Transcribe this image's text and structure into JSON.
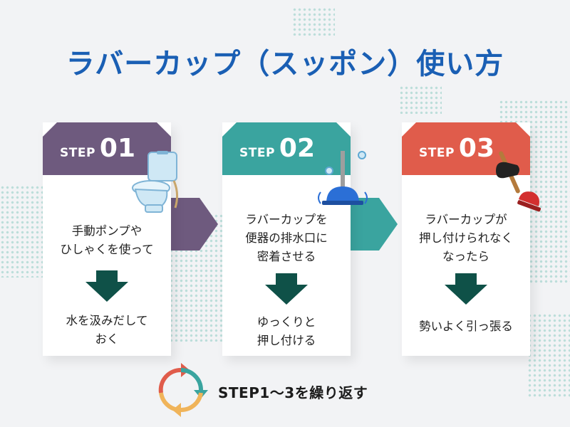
{
  "title": "ラバーカップ（スッポン）使い方",
  "colors": {
    "title": "#1a5fb4",
    "step1": "#6e5a7e",
    "step2": "#3aa49f",
    "step3": "#e05c4b",
    "arrow": "#0f5148"
  },
  "steps": [
    {
      "word": "STEP",
      "number": "01",
      "icon": "toilet-icon",
      "before_lines": [
        "手動ポンプや",
        "ひしゃくを使って"
      ],
      "after_lines": [
        "水を汲みだして",
        "おく"
      ]
    },
    {
      "word": "STEP",
      "number": "02",
      "icon": "plunger-icon",
      "before_lines": [
        "ラバーカップを",
        "便器の排水口に",
        "密着させる"
      ],
      "after_lines": [
        "ゆっくりと",
        "押し付ける"
      ]
    },
    {
      "word": "STEP",
      "number": "03",
      "icon": "hand-plunger-icon",
      "before_lines": [
        "ラバーカップが",
        "押し付けられなく",
        "なったら"
      ],
      "after_lines": [
        "勢いよく引っ張る"
      ]
    }
  ],
  "footer": {
    "text": "STEP1〜3を繰り返す",
    "icon": "cycle-arrows-icon"
  }
}
